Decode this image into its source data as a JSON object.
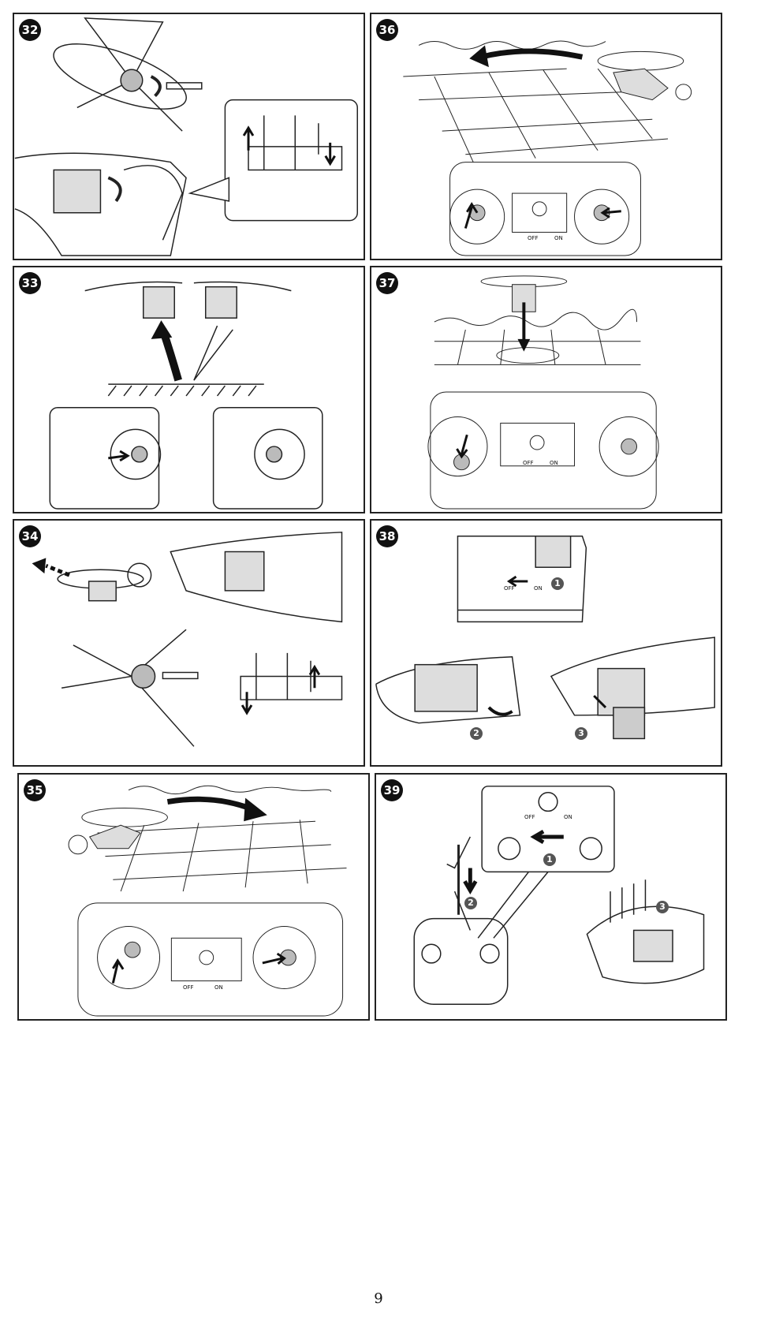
{
  "panels": [
    {
      "number": "32"
    },
    {
      "number": "36"
    },
    {
      "number": "33"
    },
    {
      "number": "37"
    },
    {
      "number": "34"
    },
    {
      "number": "38",
      "switch_off": "OFF",
      "switch_on": "ON",
      "steps": [
        "1",
        "2",
        "3"
      ]
    },
    {
      "number": "35",
      "switch_off": "OFF",
      "switch_on": "ON"
    },
    {
      "number": "39",
      "switch_off": "OFF",
      "switch_on": "ON",
      "steps": [
        "1",
        "2",
        "3"
      ]
    }
  ],
  "labels": {
    "off": "OFF",
    "on": "ON"
  },
  "page_number": "9"
}
